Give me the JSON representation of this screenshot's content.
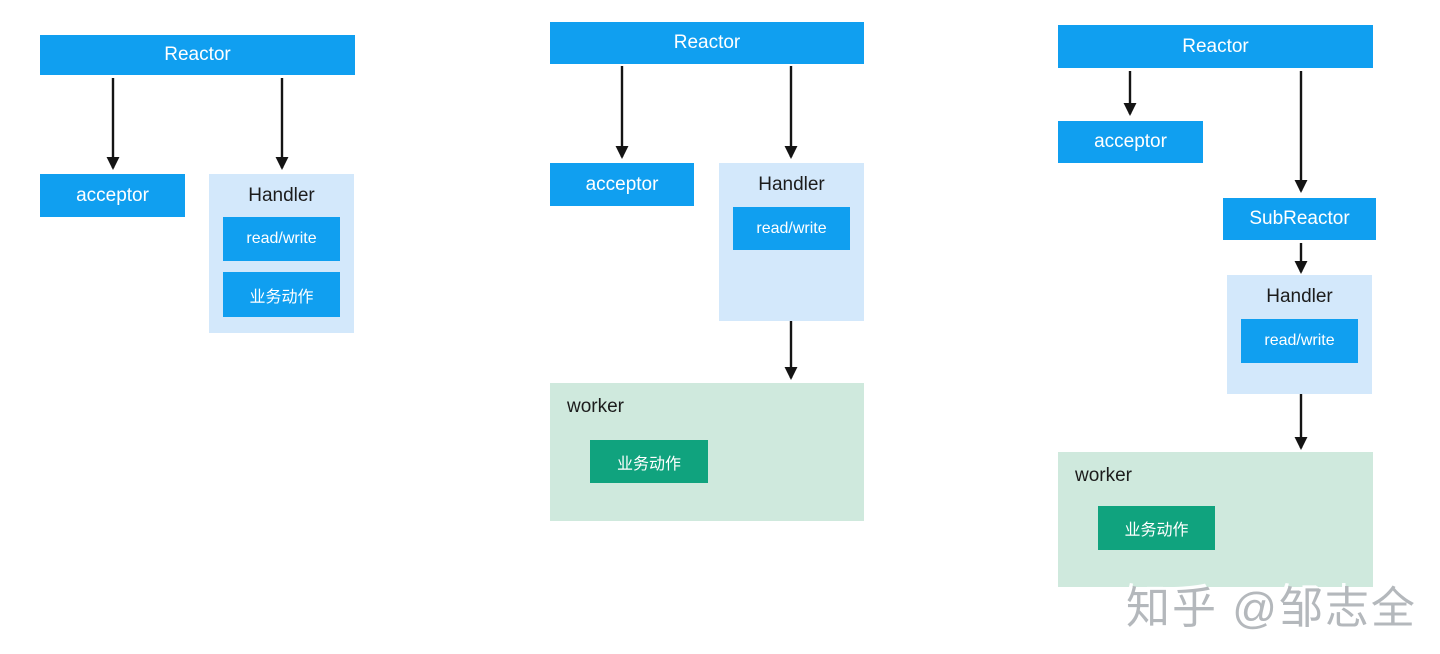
{
  "colors": {
    "node_blue": "#109ff0",
    "handler_bg": "#d3e8fb",
    "worker_bg": "#cfe9dd",
    "action_green": "#10a37e",
    "arrow_color": "#141414"
  },
  "panel1": {
    "reactor": "Reactor",
    "acceptor": "acceptor",
    "handler_title": "Handler",
    "read_write": "read/write",
    "business_action": "业务动作"
  },
  "panel2": {
    "reactor": "Reactor",
    "acceptor": "acceptor",
    "handler_title": "Handler",
    "read_write": "read/write",
    "worker_title": "worker",
    "business_action": "业务动作"
  },
  "panel3": {
    "reactor": "Reactor",
    "acceptor": "acceptor",
    "subreactor": "SubReactor",
    "handler_title": "Handler",
    "read_write": "read/write",
    "worker_title": "worker",
    "business_action": "业务动作"
  },
  "watermark": {
    "text": "知乎 @邹志全"
  }
}
